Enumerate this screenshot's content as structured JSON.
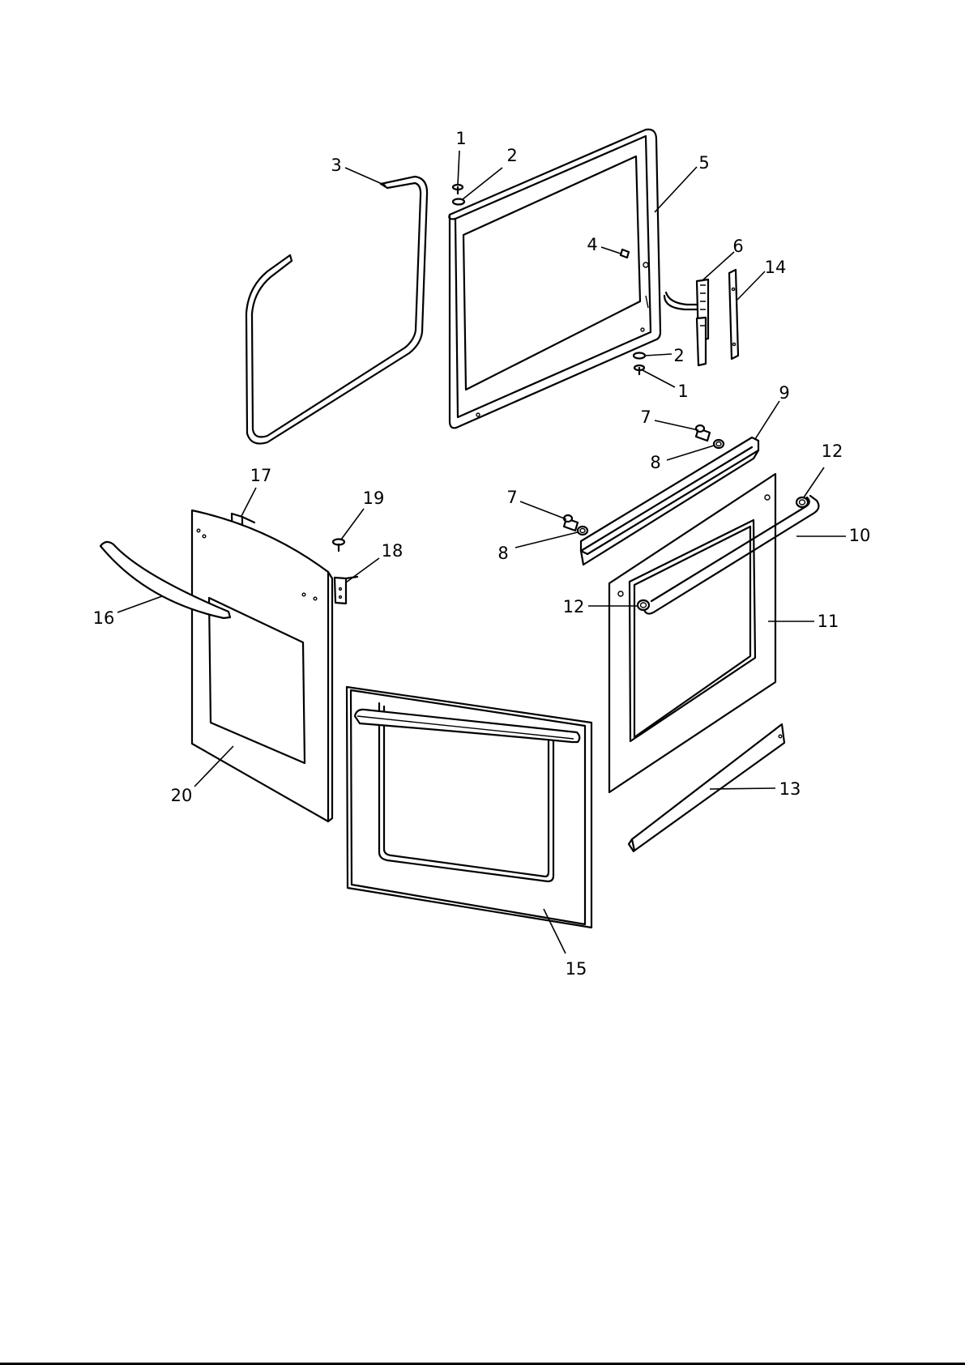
{
  "callouts": [
    {
      "id": "c1a",
      "text": "1"
    },
    {
      "id": "c2a",
      "text": "2"
    },
    {
      "id": "c3",
      "text": "3"
    },
    {
      "id": "c4",
      "text": "4"
    },
    {
      "id": "c5",
      "text": "5"
    },
    {
      "id": "c6",
      "text": "6"
    },
    {
      "id": "c14",
      "text": "14"
    },
    {
      "id": "c2b",
      "text": "2"
    },
    {
      "id": "c1b",
      "text": "1"
    },
    {
      "id": "c9",
      "text": "9"
    },
    {
      "id": "c7a",
      "text": "7"
    },
    {
      "id": "c8a",
      "text": "8"
    },
    {
      "id": "c12a",
      "text": "12"
    },
    {
      "id": "c17",
      "text": "17"
    },
    {
      "id": "c19",
      "text": "19"
    },
    {
      "id": "c7b",
      "text": "7"
    },
    {
      "id": "c10",
      "text": "10"
    },
    {
      "id": "c18",
      "text": "18"
    },
    {
      "id": "c8b",
      "text": "8"
    },
    {
      "id": "c16",
      "text": "16"
    },
    {
      "id": "c12b",
      "text": "12"
    },
    {
      "id": "c11",
      "text": "11"
    },
    {
      "id": "c13",
      "text": "13"
    },
    {
      "id": "c20",
      "text": "20"
    },
    {
      "id": "c15",
      "text": "15"
    }
  ]
}
